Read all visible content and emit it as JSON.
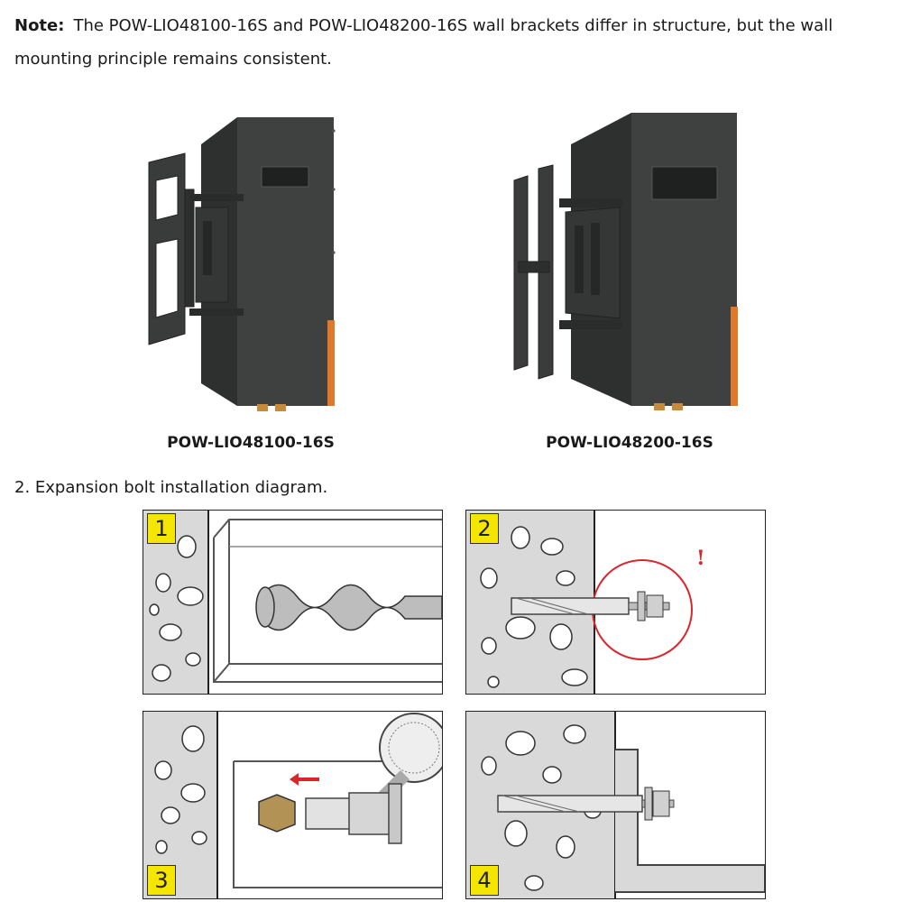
{
  "note": {
    "label": "Note:",
    "text": "The POW-LIO48100-16S and POW-LIO48200-16S wall brackets differ in structure, but the wall mounting principle remains consistent."
  },
  "products": [
    {
      "caption": "POW-LIO48100-16S"
    },
    {
      "caption": "POW-LIO48200-16S"
    }
  ],
  "section": {
    "heading": "2.  Expansion bolt installation diagram."
  },
  "steps": [
    {
      "number": "1"
    },
    {
      "number": "2",
      "mark": "!"
    },
    {
      "number": "3"
    },
    {
      "number": "4"
    }
  ],
  "colors": {
    "battery_body": "#3b3d3c",
    "accent_orange": "#e0782a",
    "concrete": "#d9d9d9",
    "step_badge": "#f5e600",
    "warning_red": "#d9262c"
  }
}
